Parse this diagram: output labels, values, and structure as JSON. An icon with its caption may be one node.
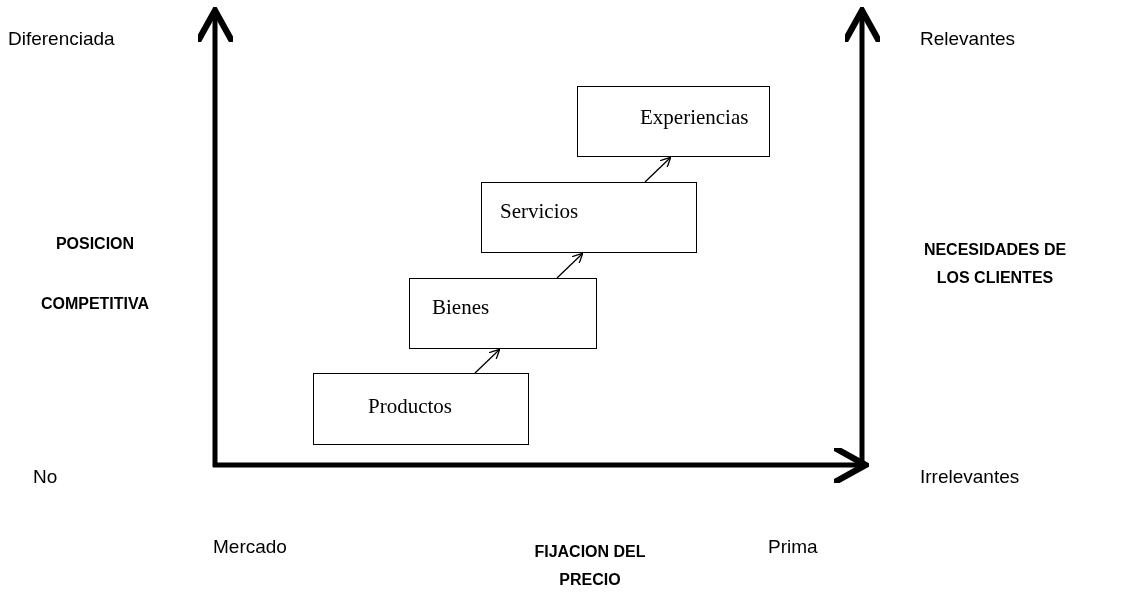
{
  "diagram": {
    "nodes": [
      {
        "text": [
          "Experiencias"
        ]
      },
      {
        "text": [
          "Servicios"
        ]
      },
      {
        "text": [
          "Bienes"
        ]
      },
      {
        "text": [
          "Productos"
        ]
      }
    ],
    "edges": [
      {
        "from": 3,
        "to": 2,
        "arrow": "to"
      },
      {
        "from": 2,
        "to": 1,
        "arrow": "to"
      },
      {
        "from": 1,
        "to": 0,
        "arrow": "to"
      }
    ],
    "labels": [
      "Diferenciada",
      "Relevantes",
      "POSICION COMPETITIVA",
      "NECESIDADES DE LOS CLIENTES",
      "No",
      "Irrelevantes",
      "Mercado",
      "FIJACION DEL PRECIO",
      "Prima"
    ]
  }
}
